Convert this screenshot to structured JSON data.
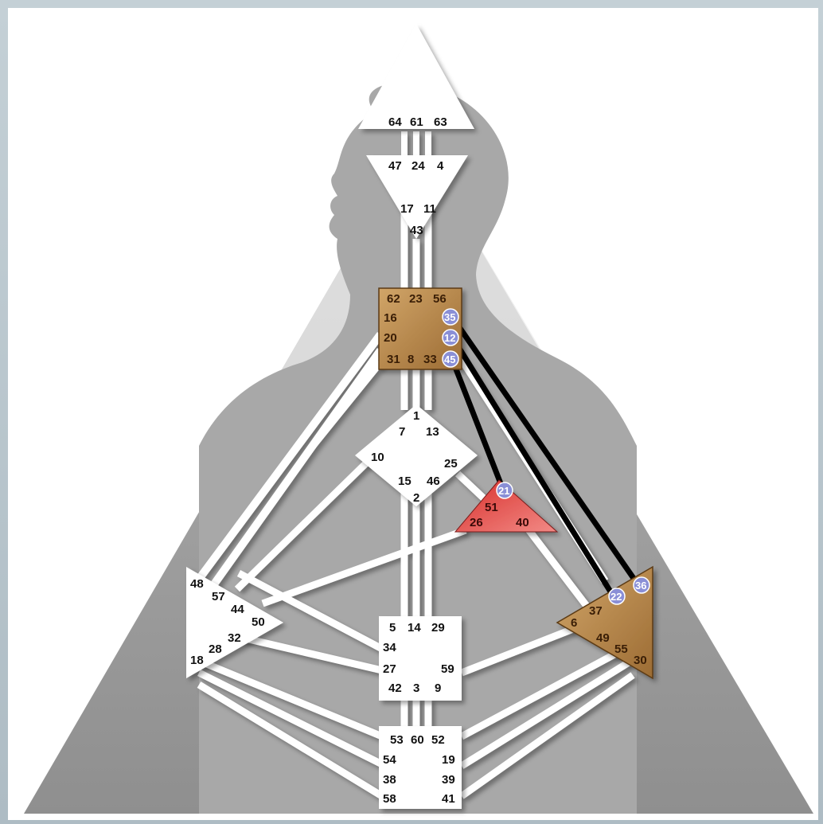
{
  "gates": {
    "head": [
      "64",
      "61",
      "63"
    ],
    "ajna": [
      "47",
      "24",
      "4"
    ],
    "ajna_lower": [
      "17",
      "11",
      "43"
    ],
    "throat": [
      "62",
      "23",
      "56",
      "16",
      "20",
      "31",
      "8",
      "33"
    ],
    "throat_circled": [
      "35",
      "12",
      "45"
    ],
    "g_center": [
      "1",
      "7",
      "13",
      "10",
      "25",
      "15",
      "46",
      "2"
    ],
    "heart": [
      "51",
      "26",
      "40"
    ],
    "heart_circled": [
      "21"
    ],
    "spleen": [
      "48",
      "57",
      "44",
      "50",
      "32",
      "28",
      "18"
    ],
    "sacral": [
      "5",
      "14",
      "29",
      "34",
      "27",
      "59",
      "42",
      "3",
      "9"
    ],
    "solar_plexus": [
      "37",
      "6",
      "49",
      "55",
      "30"
    ],
    "solar_plexus_circled": [
      "22",
      "36"
    ],
    "root": [
      "53",
      "60",
      "52",
      "54",
      "19",
      "38",
      "39",
      "58",
      "41"
    ]
  },
  "colors": {
    "defined_center": "#b8864a",
    "defined_heart": "#e0504c",
    "circled_gate": "#8a8fd6",
    "active_channel": "#000000",
    "silhouette": "#a9a9a9",
    "body_triangle": "#9c9c9c"
  }
}
